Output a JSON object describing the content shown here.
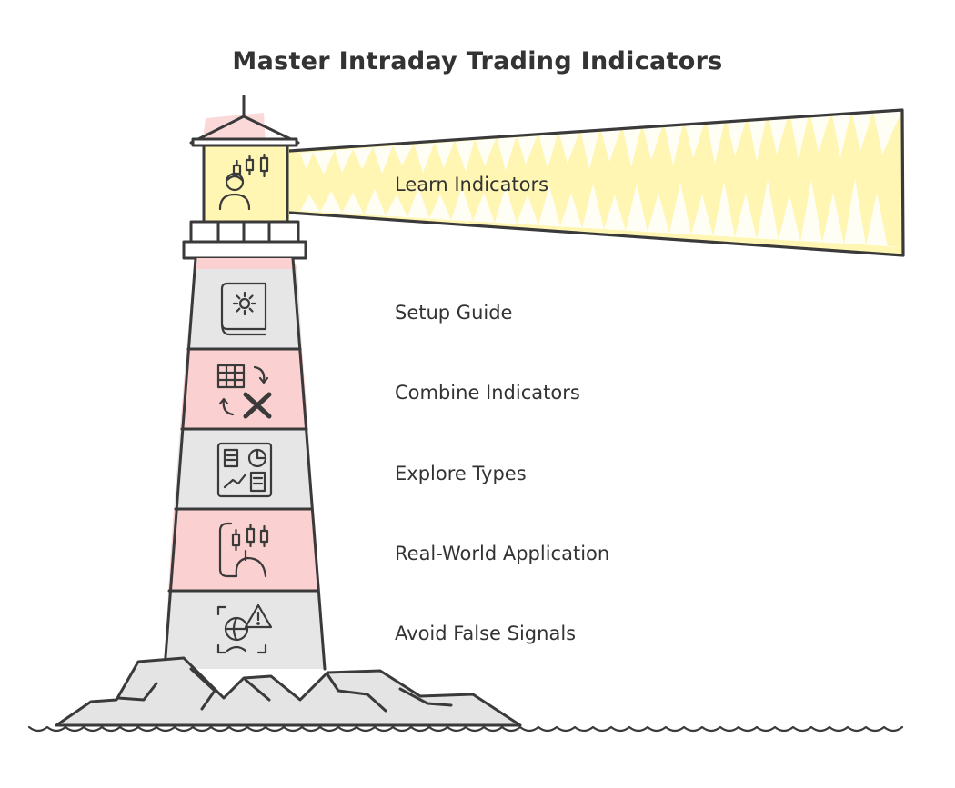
{
  "title": "Master Intraday Trading Indicators",
  "colors": {
    "beam": "#fff6b3",
    "stripe_pink": "#fbd0d0",
    "stripe_gray": "#e6e6e6",
    "rock": "#e4e4e4",
    "ink": "#3a3a3a"
  },
  "levels": [
    {
      "label": "Learn Indicators",
      "icon": "trader-candlestick-icon"
    },
    {
      "label": "Setup Guide",
      "icon": "settings-book-icon"
    },
    {
      "label": "Combine Indicators",
      "icon": "table-transform-icon"
    },
    {
      "label": "Explore Types",
      "icon": "dashboard-widgets-icon"
    },
    {
      "label": "Real-World Application",
      "icon": "hand-chart-icon"
    },
    {
      "label": "Avoid False Signals",
      "icon": "warning-focus-icon"
    }
  ]
}
